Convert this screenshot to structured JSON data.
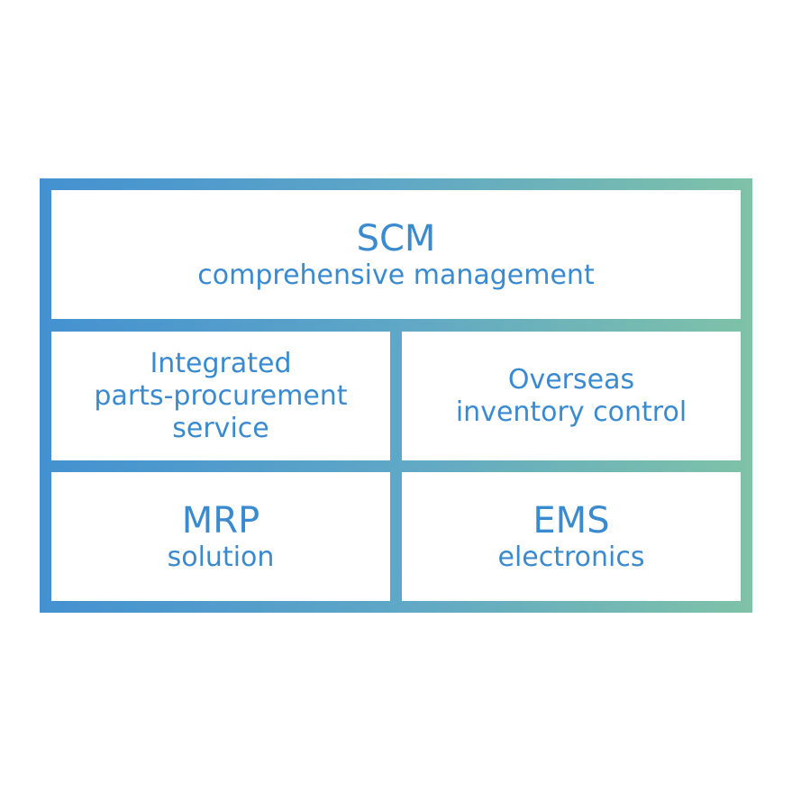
{
  "diagram": {
    "top": {
      "title": "SCM",
      "subtitle": "comprehensive management"
    },
    "middle_left": {
      "lines": [
        "Integrated",
        "parts-procurement",
        "service"
      ]
    },
    "middle_right": {
      "lines": [
        "Overseas",
        "inventory control"
      ]
    },
    "bottom_left": {
      "title": "MRP",
      "subtitle": "solution"
    },
    "bottom_right": {
      "title": "EMS",
      "subtitle": "electronics"
    }
  },
  "colors": {
    "text": "#3a8ad0",
    "gradient_start": "#4391d1",
    "gradient_end": "#7fc2a8",
    "cell_background": "#ffffff"
  }
}
